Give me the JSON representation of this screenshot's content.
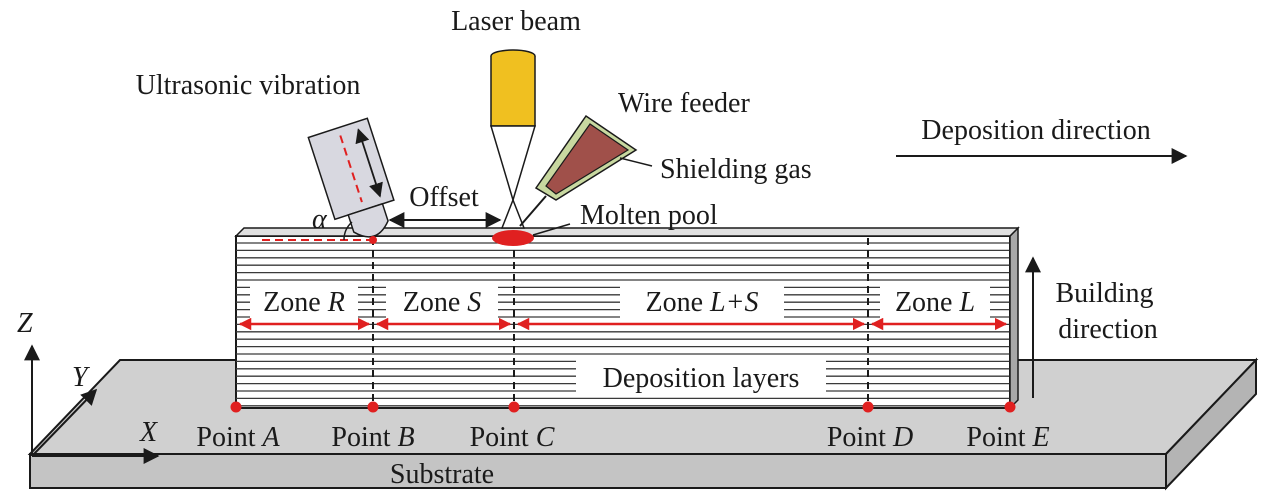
{
  "labels": {
    "laser_beam": "Laser beam",
    "ultrasonic_vibration": "Ultrasonic vibration",
    "wire_feeder": "Wire feeder",
    "shielding_gas": "Shielding gas",
    "molten_pool": "Molten pool",
    "offset": "Offset",
    "alpha": "α",
    "deposition_direction": "Deposition direction",
    "building_direction_line1": "Building",
    "building_direction_line2": "direction",
    "deposition_layers": "Deposition layers",
    "substrate": "Substrate"
  },
  "axes": {
    "x": "X",
    "y": "Y",
    "z": "Z"
  },
  "zones": [
    {
      "prefix": "Zone ",
      "name": "R"
    },
    {
      "prefix": "Zone ",
      "name": "S"
    },
    {
      "prefix": "Zone ",
      "name": "L+S"
    },
    {
      "prefix": "Zone ",
      "name": "L"
    }
  ],
  "points": [
    {
      "prefix": "Point ",
      "name": "A"
    },
    {
      "prefix": "Point ",
      "name": "B"
    },
    {
      "prefix": "Point ",
      "name": "C"
    },
    {
      "prefix": "Point ",
      "name": "D"
    },
    {
      "prefix": "Point ",
      "name": "E"
    }
  ],
  "colors": {
    "substrate": "#d0d0d0",
    "substrate_side": "#b8b8b8",
    "wall_face": "#ffffff",
    "layer_line": "#3a3a3a",
    "wall_end": "#a8a8a8",
    "laser_nozzle": "#f0c020",
    "wire_feeder": "#a0504a",
    "shielding_gas": "#c8d8a0",
    "molten_pool": "#e02020",
    "zone_line": "#e02020",
    "point_dot": "#e02020",
    "horn": "#d8d8e0",
    "dashed": "#e02020",
    "ink": "#1a1a1a"
  }
}
